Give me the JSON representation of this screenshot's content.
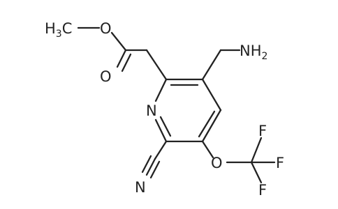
{
  "molecule": {
    "atoms": {
      "methyl": {
        "main": "H",
        "sub": "3",
        "tail": "C"
      },
      "ether_o": "O",
      "carbonyl_o": "O",
      "amine": {
        "main": "NH",
        "sub": "2"
      },
      "ring_n": "N",
      "nitrile_n": "N",
      "ether_o2": "O",
      "f1": "F",
      "f2": "F",
      "f3": "F"
    }
  }
}
